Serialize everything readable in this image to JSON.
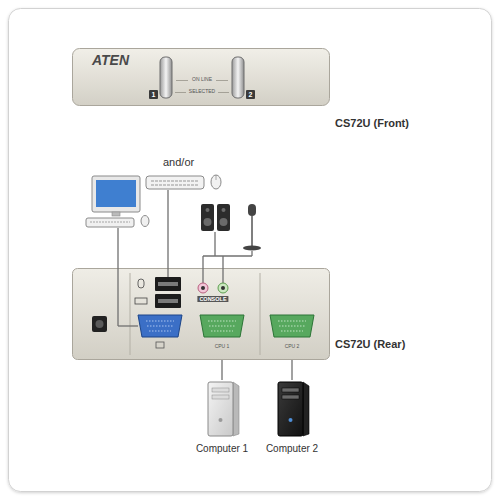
{
  "diagram": {
    "nodes": [
      {
        "text": [
          "ATEN",
          "ON LINE",
          "SELECTED",
          "CS72U (Front)"
        ]
      },
      {
        "text": [
          "CONSOLE",
          "CPU 1",
          "CPU 2",
          "CS72U (Rear)"
        ]
      },
      {
        "text": [
          "Computer 1"
        ]
      },
      {
        "text": [
          "Computer 2"
        ]
      }
    ],
    "edges": [
      {
        "from": 1,
        "to": 2,
        "arrow": "none"
      },
      {
        "from": 1,
        "to": 3,
        "arrow": "none"
      }
    ],
    "labels": [
      "1",
      "2",
      "and/or"
    ]
  }
}
